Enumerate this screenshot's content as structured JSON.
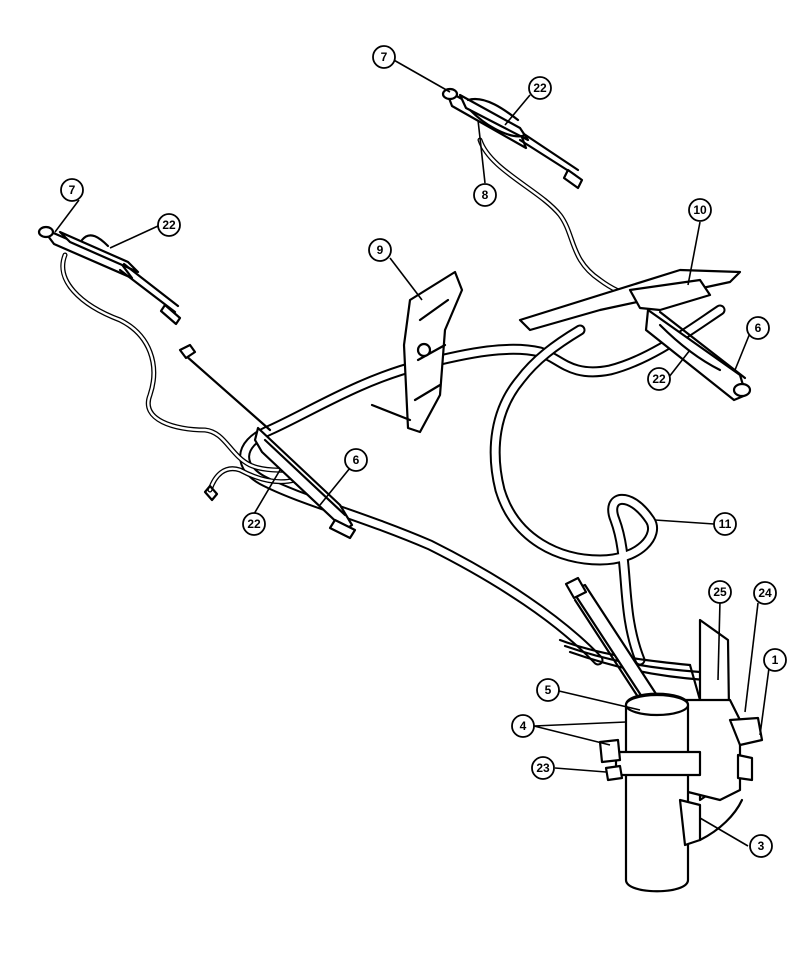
{
  "callouts": [
    {
      "id": "c1",
      "label": "1"
    },
    {
      "id": "c3",
      "label": "3"
    },
    {
      "id": "c4",
      "label": "4"
    },
    {
      "id": "c5",
      "label": "5"
    },
    {
      "id": "c6a",
      "label": "6"
    },
    {
      "id": "c6b",
      "label": "6"
    },
    {
      "id": "c7a",
      "label": "7"
    },
    {
      "id": "c7b",
      "label": "7"
    },
    {
      "id": "c8",
      "label": "8"
    },
    {
      "id": "c9",
      "label": "9"
    },
    {
      "id": "c10",
      "label": "10"
    },
    {
      "id": "c11",
      "label": "11"
    },
    {
      "id": "c22a",
      "label": "22"
    },
    {
      "id": "c22b",
      "label": "22"
    },
    {
      "id": "c22c",
      "label": "22"
    },
    {
      "id": "c22d",
      "label": "22"
    },
    {
      "id": "c23",
      "label": "23"
    },
    {
      "id": "c24",
      "label": "24"
    },
    {
      "id": "c25",
      "label": "25"
    }
  ]
}
